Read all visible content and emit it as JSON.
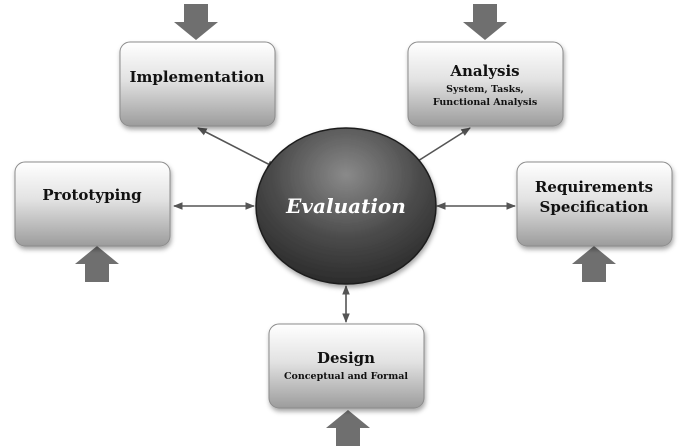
{
  "center": {
    "label": "Evaluation"
  },
  "nodes": {
    "implementation": {
      "title": "Implementation"
    },
    "analysis": {
      "title": "Analysis",
      "subtitle_line1": "System, Tasks,",
      "subtitle_line2": "Functional Analysis"
    },
    "prototyping": {
      "title": "Prototyping"
    },
    "requirements": {
      "title_line1": "Requirements",
      "title_line2": "Specification"
    },
    "design": {
      "title": "Design",
      "subtitle": "Conceptual and Formal"
    }
  },
  "colors": {
    "box_light": "#ffffff",
    "box_dark": "#9a9a9a",
    "box_border": "#8c8c8c",
    "ellipse_light": "#8a8a8a",
    "ellipse_dark": "#2e2e2e",
    "input_arrow": "#6f6f6f",
    "connector": "#555555"
  }
}
